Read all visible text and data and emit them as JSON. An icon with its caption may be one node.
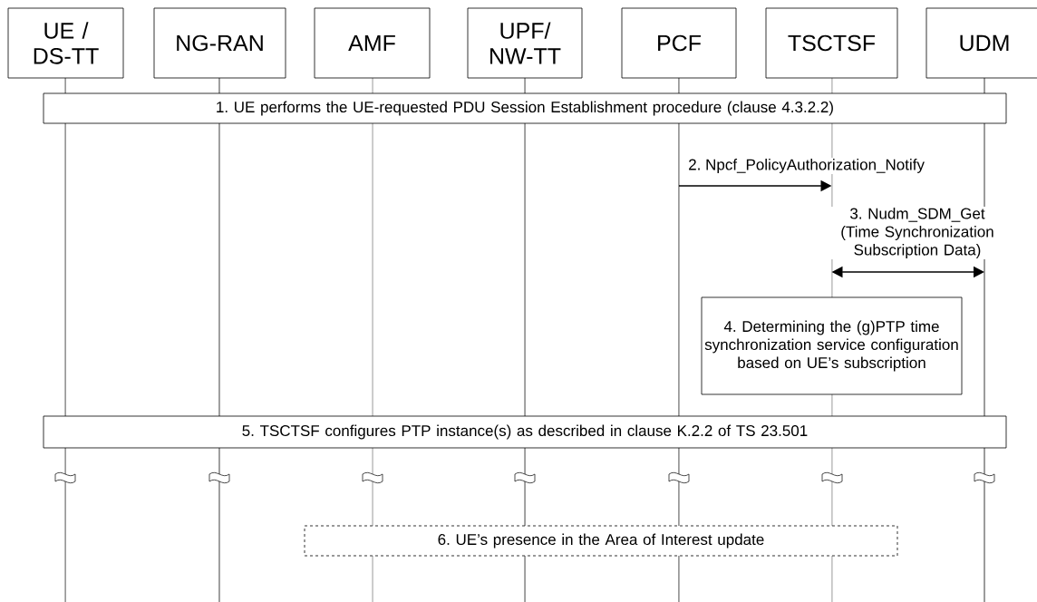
{
  "diagram": {
    "nodes": [
      {
        "text": [
          "UE / DS-TT"
        ]
      },
      {
        "text": [
          "NG-RAN"
        ]
      },
      {
        "text": [
          "AMF"
        ]
      },
      {
        "text": [
          "UPF/ NW-TT"
        ]
      },
      {
        "text": [
          "PCF"
        ]
      },
      {
        "text": [
          "TSCTSF"
        ]
      },
      {
        "text": [
          "UDM"
        ]
      },
      {
        "text": [
          "1. UE performs the UE-requested PDU Session Establishment procedure (clause 4.3.2.2)"
        ]
      },
      {
        "text": [
          "4. Determining the (g)PTP time synchronization service configuration based on UE’s subscription"
        ]
      },
      {
        "text": [
          "5. TSCTSF configures PTP instance(s) as described in clause K.2.2 of TS 23.501"
        ]
      },
      {
        "text": [
          "6. UE’s presence in the Area of Interest update"
        ]
      }
    ],
    "edges": [
      {
        "from": 4,
        "to": 5,
        "arrow": "to",
        "label": "2. Npcf_PolicyAuthorization_Notify"
      },
      {
        "from": 5,
        "to": 6,
        "arrow": "both",
        "label": "3. Nudm_SDM_Get (Time Synchronization Subscription Data)"
      }
    ]
  }
}
